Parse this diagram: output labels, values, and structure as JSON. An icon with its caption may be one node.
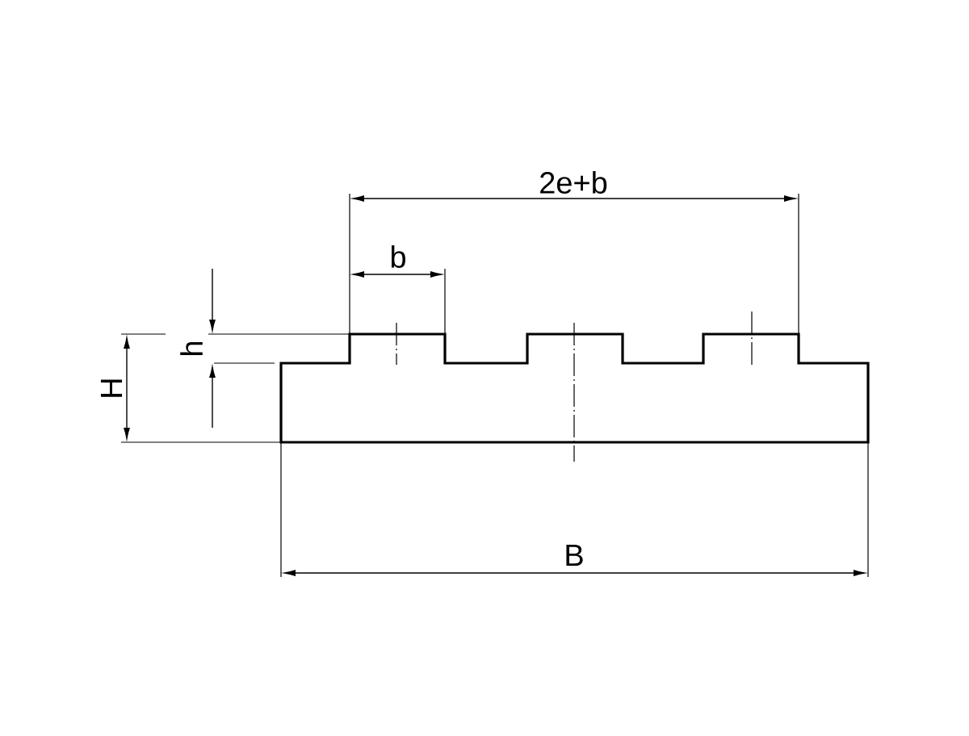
{
  "diagram": {
    "labels": [
      "2e+b",
      "b",
      "h",
      "H",
      "B"
    ]
  }
}
